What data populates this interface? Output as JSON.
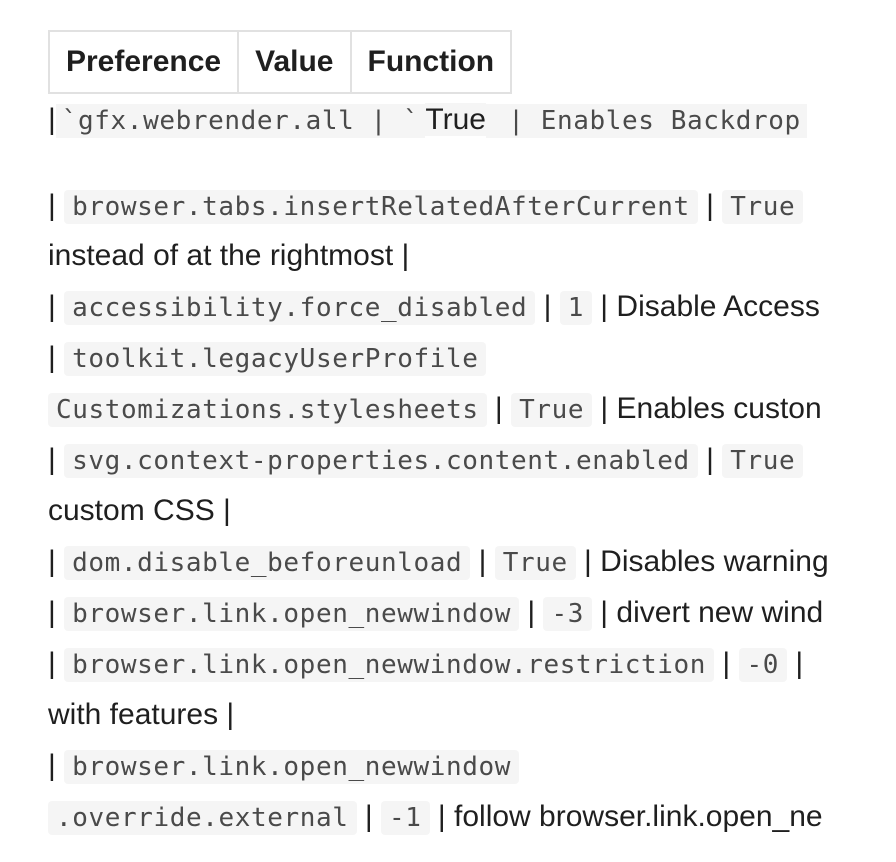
{
  "table": {
    "headers": [
      "Preference",
      "Value",
      "Function"
    ]
  },
  "lines": {
    "l1": {
      "bar1": "|",
      "code1": "`gfx.webrender.all | `",
      "text1": "True",
      "code2": " | Enables Backdrop"
    },
    "l2": {
      "bar1": "|",
      "code1": "browser.tabs.insertRelatedAfterCurrent",
      "bar2": " | ",
      "code2": "True"
    },
    "l3": {
      "text": "instead of at the rightmost |"
    },
    "l4": {
      "bar1": "|",
      "code1": "accessibility.force_disabled",
      "bar2": " | ",
      "code2": "1",
      "text": " | Disable Access"
    },
    "l5": {
      "bar1": "|",
      "code1": "toolkit.legacyUserProfile"
    },
    "l6": {
      "code1": "Customizations.stylesheets",
      "bar2": " | ",
      "code2": "True",
      "text": " | Enables custon"
    },
    "l7": {
      "bar1": "|",
      "code1": "svg.context-properties.content.enabled",
      "bar2": " | ",
      "code2": "True"
    },
    "l8": {
      "text": "custom CSS |"
    },
    "l9": {
      "bar1": "|",
      "code1": "dom.disable_beforeunload",
      "bar2": " | ",
      "code2": "True",
      "text": " | Disables warning"
    },
    "l10": {
      "bar1": "|",
      "code1": "browser.link.open_newwindow",
      "bar2": " | ",
      "code2": "-3",
      "text": " | divert new wind"
    },
    "l11": {
      "bar1": "|",
      "code1": "browser.link.open_newwindow.restriction",
      "bar2": " | ",
      "code2": "-0",
      "text": " |"
    },
    "l12": {
      "text": "with features |"
    },
    "l13": {
      "bar1": "|",
      "code1": "browser.link.open_newwindow"
    },
    "l14": {
      "code1": ".override.external",
      "bar2": " | ",
      "code2": "-1",
      "text": " | follow browser.link.open_ne"
    }
  }
}
